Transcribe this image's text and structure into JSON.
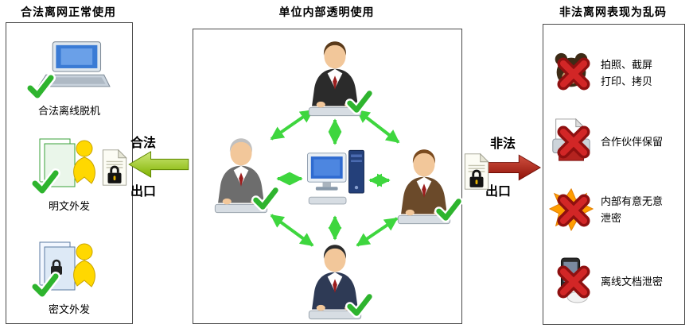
{
  "titles": {
    "left": "合法离网正常使用",
    "center": "单位内部透明使用",
    "right": "非法离网表现为乱码"
  },
  "left_panel": {
    "items": [
      {
        "label": "合法离线脱机"
      },
      {
        "label": "明文外发"
      },
      {
        "label": "密文外发"
      }
    ]
  },
  "right_panel": {
    "items": [
      {
        "lines": [
          "拍照、截屏",
          "打印、拷贝"
        ]
      },
      {
        "lines": [
          "合作伙伴保留"
        ]
      },
      {
        "lines": [
          "内部有意无意",
          "泄密"
        ]
      },
      {
        "lines": [
          "离线文档泄密"
        ]
      }
    ]
  },
  "flows": {
    "legal": {
      "top": "合法",
      "bottom": "出口"
    },
    "illegal": {
      "top": "非法",
      "bottom": "出口"
    }
  },
  "icons": {
    "burst_text": "?!!"
  },
  "colors": {
    "check_green": "#2eb42e",
    "cross_red": "#c01818",
    "network_arrow_green": "#3ed63e",
    "legal_arrow_green": "#7fb200",
    "illegal_arrow_red": "#a32020"
  }
}
